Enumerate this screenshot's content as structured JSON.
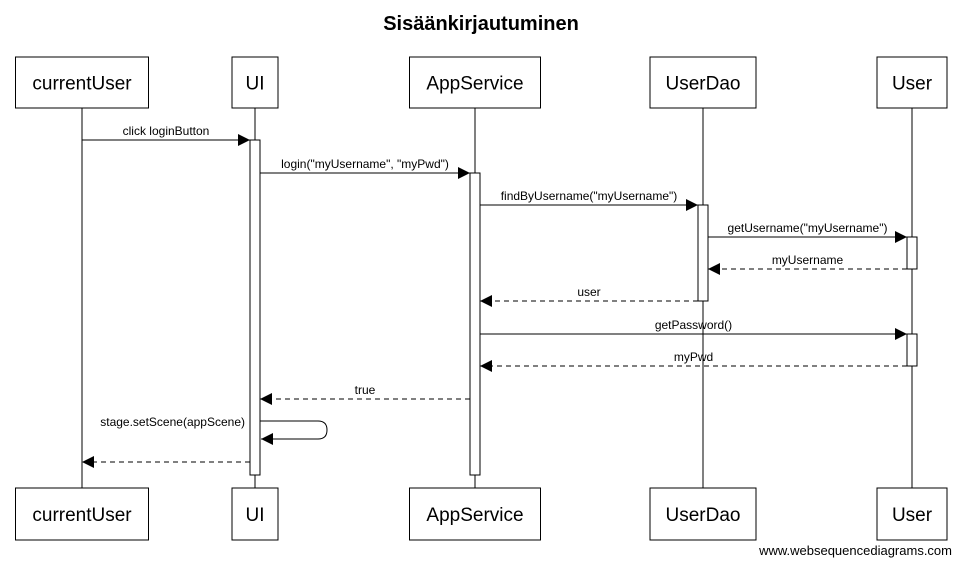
{
  "diagram": {
    "title": "Sisäänkirjautuminen",
    "watermark": "www.websequencediagrams.com",
    "participants": [
      {
        "id": "currentUser",
        "label": "currentUser"
      },
      {
        "id": "UI",
        "label": "UI"
      },
      {
        "id": "AppService",
        "label": "AppService"
      },
      {
        "id": "UserDao",
        "label": "UserDao"
      },
      {
        "id": "User",
        "label": "User"
      }
    ],
    "messages": [
      {
        "from": "currentUser",
        "to": "UI",
        "label": "click loginButton",
        "type": "sync"
      },
      {
        "from": "UI",
        "to": "AppService",
        "label": "login(\"myUsername\", \"myPwd\")",
        "type": "sync"
      },
      {
        "from": "AppService",
        "to": "UserDao",
        "label": "findByUsername(\"myUsername\")",
        "type": "sync"
      },
      {
        "from": "UserDao",
        "to": "User",
        "label": "getUsername(\"myUsername\")",
        "type": "sync"
      },
      {
        "from": "User",
        "to": "UserDao",
        "label": "myUsername",
        "type": "return"
      },
      {
        "from": "UserDao",
        "to": "AppService",
        "label": "user",
        "type": "return"
      },
      {
        "from": "AppService",
        "to": "User",
        "label": "getPassword()",
        "type": "sync"
      },
      {
        "from": "User",
        "to": "AppService",
        "label": "myPwd",
        "type": "return"
      },
      {
        "from": "AppService",
        "to": "UI",
        "label": "true",
        "type": "return"
      },
      {
        "from": "UI",
        "to": "UI",
        "label": "stage.setScene(appScene)",
        "type": "self"
      },
      {
        "from": "UI",
        "to": "currentUser",
        "label": "",
        "type": "return"
      }
    ],
    "colors": {
      "line": "#000000",
      "background": "#ffffff"
    }
  }
}
